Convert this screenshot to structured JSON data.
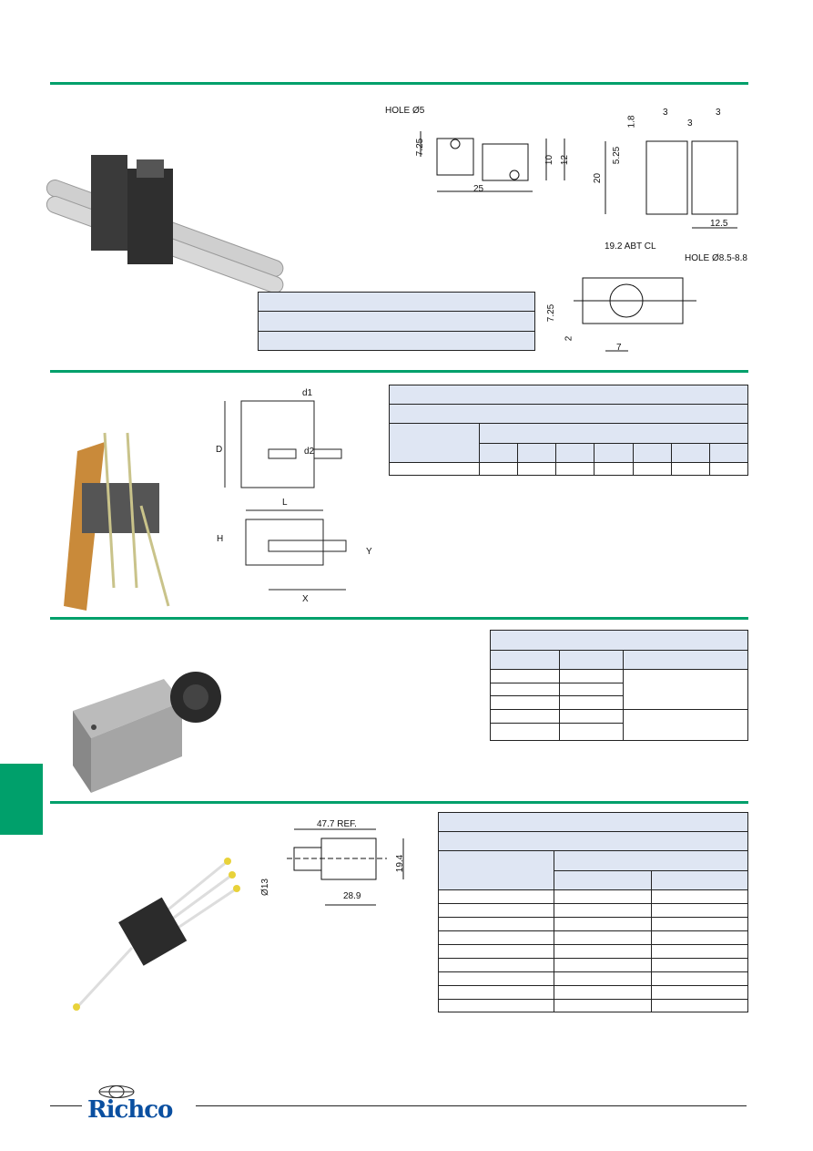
{
  "brand": {
    "logo_text": "Richco",
    "color": "#0a4fa0"
  },
  "accent_color": "#00a06b",
  "table_header_color": "#dfe6f3",
  "section1": {
    "drawing_labels": {
      "hole_top": "HOLE Ø5",
      "d725": "7.25",
      "d10": "10",
      "d12": "12",
      "d25": "25",
      "d18": "1.8",
      "d3a": "3",
      "d3b": "3",
      "d3c": "3",
      "d525": "5.25",
      "d20": "20",
      "d125": "12.5",
      "abt": "19.2 ABT CL",
      "hole_side": "HOLE Ø8.5-8.8",
      "d725b": "7.25",
      "d2": "2",
      "d7": "7"
    }
  },
  "section2": {
    "drawing_labels": {
      "d1": "d1",
      "d2": "d2",
      "D": "D",
      "L": "L",
      "H": "H",
      "Y": "Y",
      "X": "X"
    }
  },
  "section4": {
    "drawing_labels": {
      "ref": "47.7 REF.",
      "d194": "19.4",
      "d13": "Ø13",
      "d289": "28.9"
    }
  }
}
